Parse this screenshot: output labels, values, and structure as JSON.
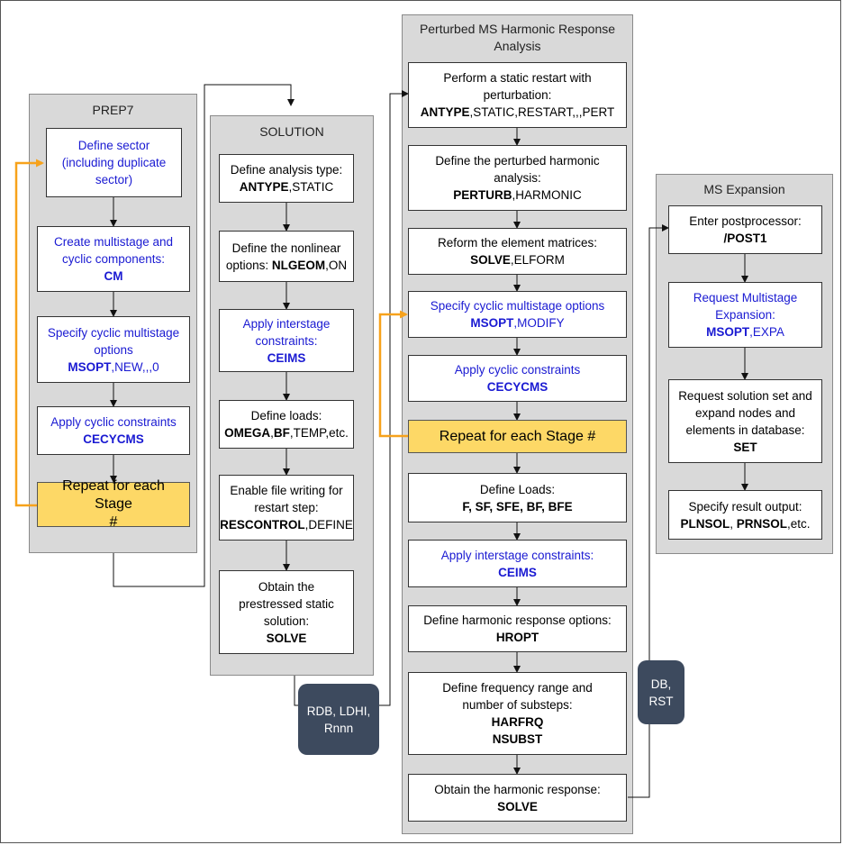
{
  "panels": {
    "prep7": {
      "title": "PREP7"
    },
    "solution": {
      "title": "SOLUTION"
    },
    "perturbed": {
      "title_line1": "Perturbed MS Harmonic Response",
      "title_line2": "Analysis"
    },
    "expansion": {
      "title": "MS Expansion"
    }
  },
  "prep7": {
    "define_sector": {
      "l1": "Define sector",
      "l2": "(including duplicate",
      "l3": "sector)"
    },
    "create_components": {
      "l1": "Create multistage and",
      "l2": "cyclic components:",
      "cmd": "CM"
    },
    "specify_options": {
      "l1": "Specify cyclic multistage",
      "l2": "options",
      "cmd": "MSOPT",
      "args": ",NEW,,,0"
    },
    "apply_constraints": {
      "l1": "Apply cyclic constraints",
      "cmd": "CECYCMS"
    },
    "repeat": {
      "l1": "Repeat for each Stage",
      "l2": "#"
    }
  },
  "solution": {
    "analysis_type": {
      "l1": "Define analysis type:",
      "cmd": "ANTYPE",
      "args": ",STATIC"
    },
    "nonlinear": {
      "l1": "Define the nonlinear",
      "l2pre": "options: ",
      "cmd": "NLGEOM",
      "args": ",ON"
    },
    "interstage": {
      "l1": "Apply interstage",
      "l2": "constraints:",
      "cmd": "CEIMS"
    },
    "loads": {
      "l1": "Define loads:",
      "cmd1": "OMEGA",
      "sep": ",",
      "cmd2": "BF",
      "args": ",TEMP,etc."
    },
    "file_writing": {
      "l1": "Enable file writing for",
      "l2": "restart step:",
      "cmd": "RESCONTROL",
      "args": ",DEFINE"
    },
    "obtain_static": {
      "l1": "Obtain the",
      "l2": "prestressed static",
      "l3": "solution:",
      "cmd": "SOLVE"
    }
  },
  "files": {
    "rdb": {
      "l1": "RDB, LDHI,",
      "l2": "Rnnn"
    },
    "db": {
      "l1": "DB,",
      "l2": "RST"
    }
  },
  "perturbed": {
    "static_restart": {
      "l1": "Perform a static restart with",
      "l2": "perturbation:",
      "cmd": "ANTYPE",
      "args": ",STATIC,RESTART,,,PERT"
    },
    "define_harmonic": {
      "l1": "Define the perturbed harmonic",
      "l2": "analysis:",
      "cmd": "PERTURB",
      "args": ",HARMONIC"
    },
    "reform": {
      "l1": "Reform the element matrices:",
      "cmd": "SOLVE",
      "args": ",ELFORM"
    },
    "specify_options": {
      "l1": "Specify cyclic multistage options",
      "cmd": "MSOPT",
      "args": ",MODIFY"
    },
    "apply_constraints": {
      "l1": "Apply cyclic constraints",
      "cmd": "CECYCMS"
    },
    "repeat": {
      "l1": "Repeat for each Stage #"
    },
    "loads": {
      "l1": "Define Loads:",
      "cmds": "F, SF, SFE, BF, BFE"
    },
    "interstage": {
      "l1": "Apply interstage constraints:",
      "cmd": "CEIMS"
    },
    "harmonic_options": {
      "l1": "Define harmonic response options:",
      "cmd": "HROPT"
    },
    "frequency": {
      "l1": "Define frequency range and",
      "l2": "number of substeps:",
      "cmd1": "HARFRQ",
      "cmd2": "NSUBST"
    },
    "obtain_harmonic": {
      "l1": "Obtain the harmonic response:",
      "cmd": "SOLVE"
    }
  },
  "expansion": {
    "postprocessor": {
      "l1": "Enter postprocessor:",
      "cmd": "/POST1"
    },
    "request_expansion": {
      "l1": "Request Multistage",
      "l2": "Expansion:",
      "cmd": "MSOPT",
      "args": ",EXPA"
    },
    "solution_set": {
      "l1": "Request solution set and",
      "l2": "expand nodes and",
      "l3": "elements in database:",
      "cmd": "SET"
    },
    "result_output": {
      "l1": "Specify result output:",
      "cmd1": "PLNSOL",
      "sep": ", ",
      "cmd2": "PRNSOL",
      "args": ",etc."
    }
  },
  "colors": {
    "panel": "#d9d9d9",
    "repeat_fill": "#fdd866",
    "loop_arrow": "#f7a21b",
    "blue_text": "#1a1ad2",
    "file_fill": "#3d4a5e"
  }
}
